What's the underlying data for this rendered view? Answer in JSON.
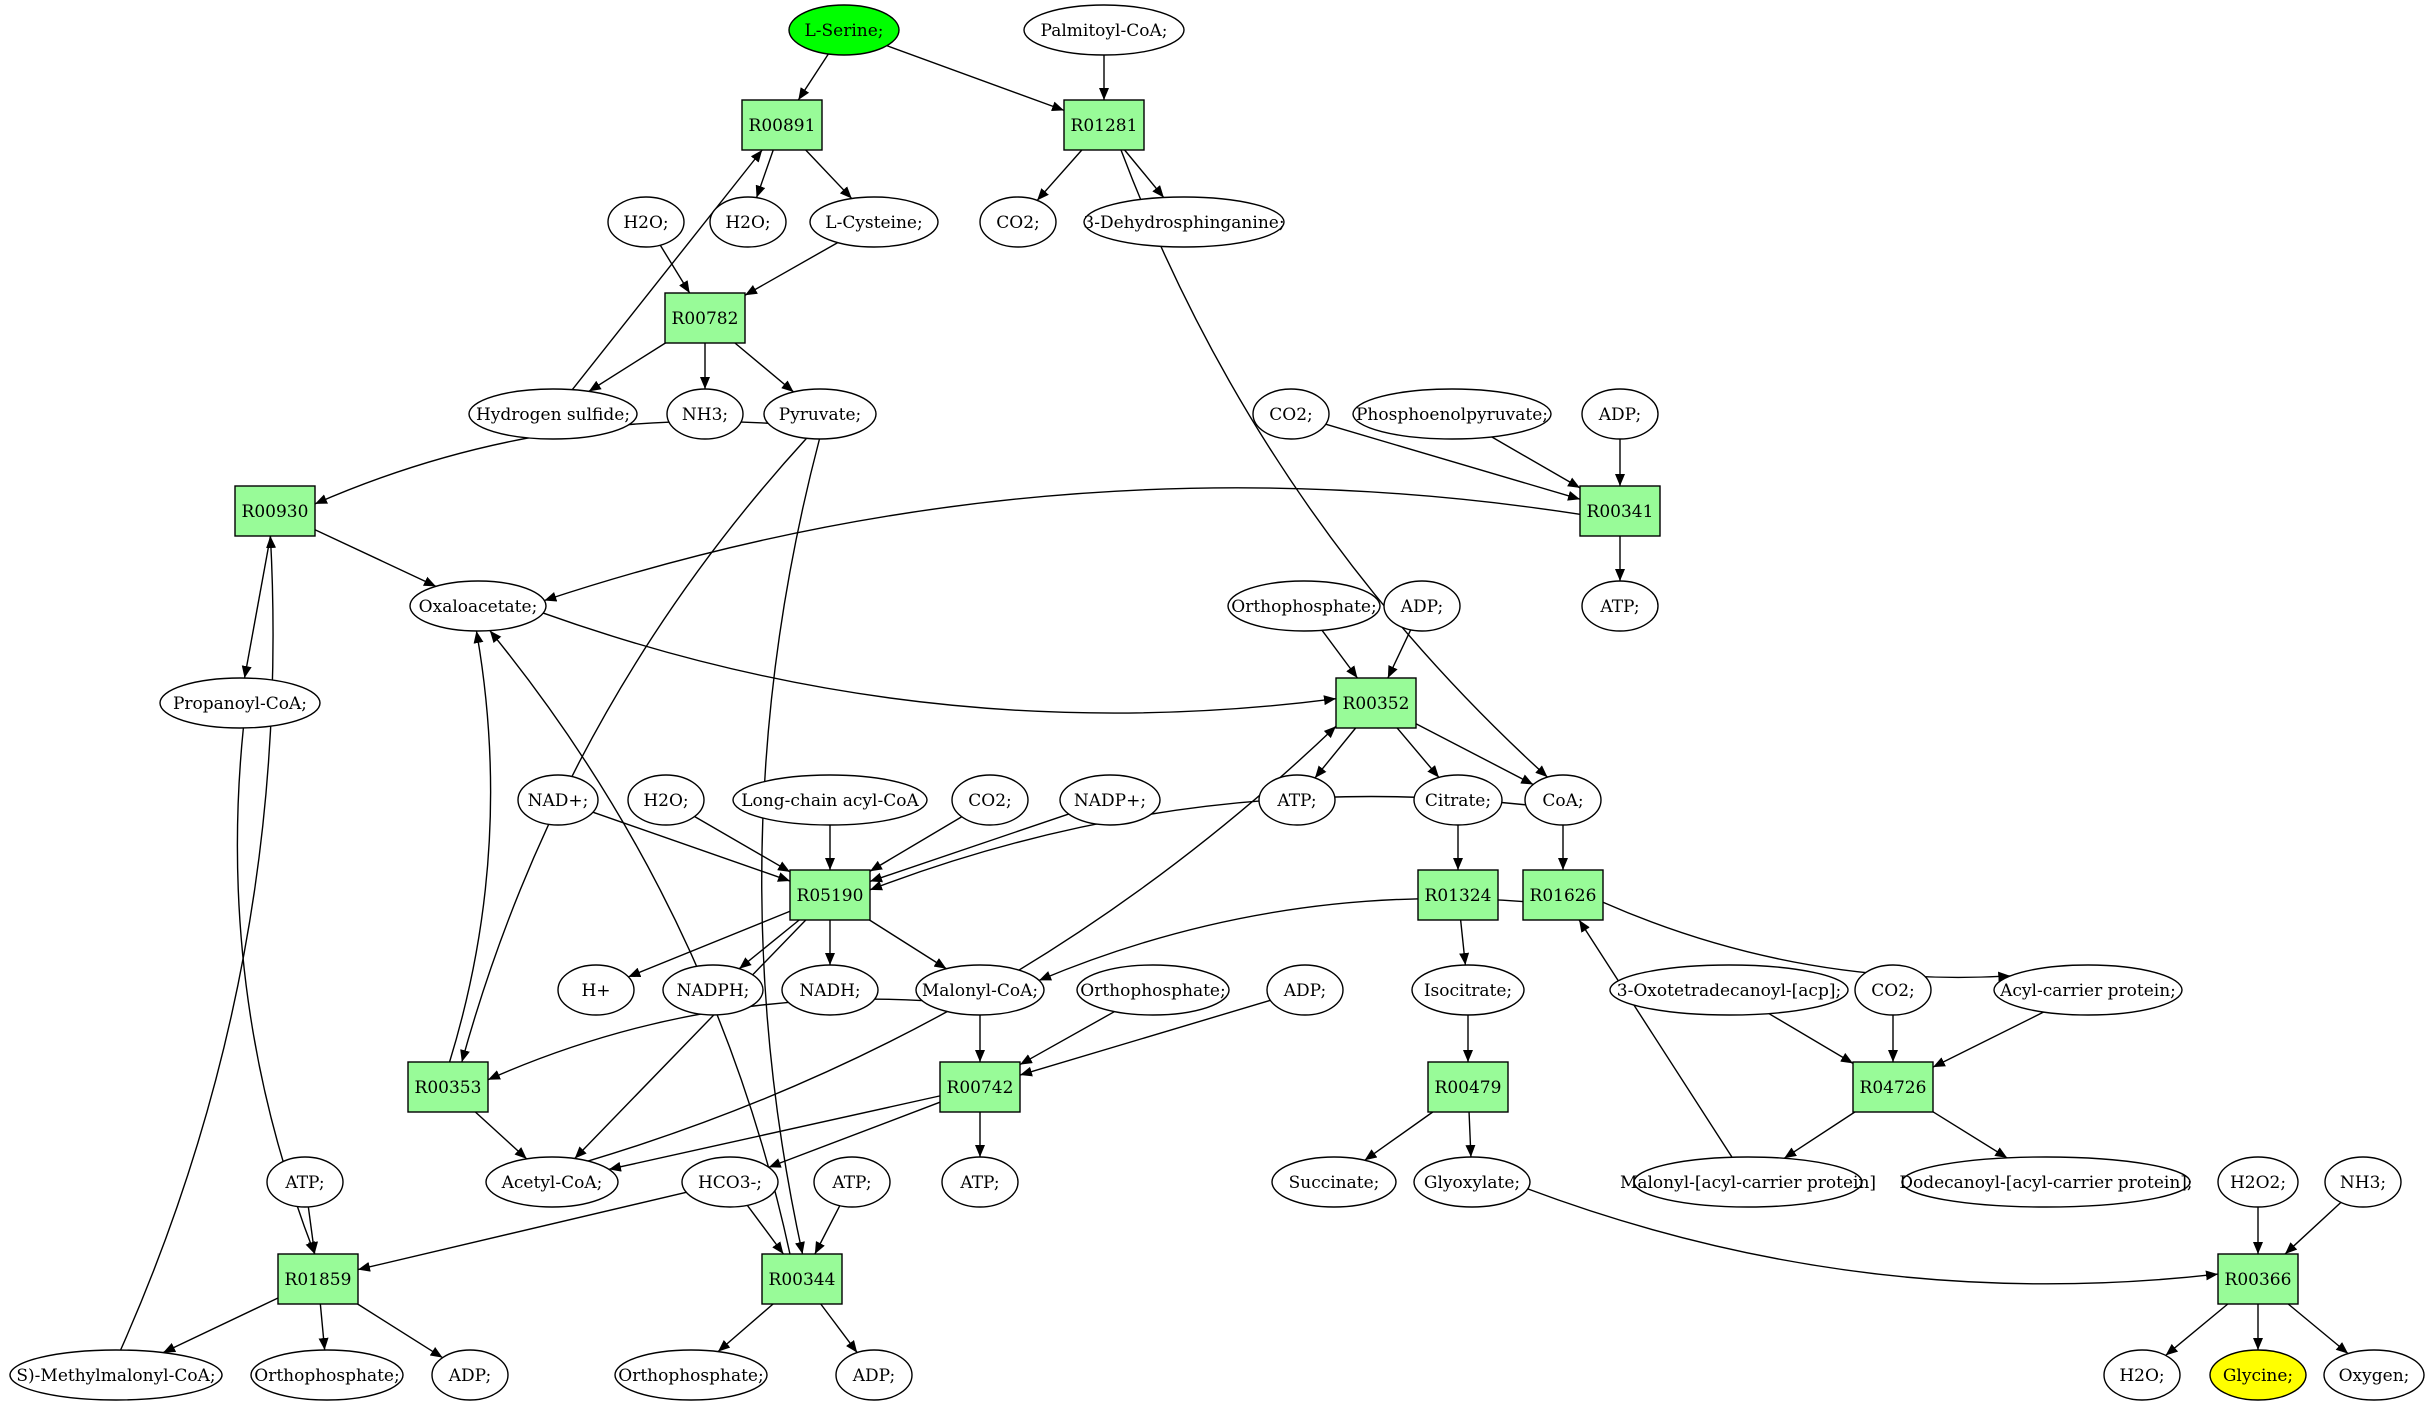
{
  "colors": {
    "reaction_fill": "#98FB98",
    "source_fill": "#00FF00",
    "target_fill": "#FFFF00",
    "compound_fill": "#FFFFFF",
    "stroke": "#000000"
  },
  "nodes": {
    "lserine": {
      "label": "L-Serine;",
      "kind": "source"
    },
    "palmitoylcoa": {
      "label": "Palmitoyl-CoA;",
      "kind": "compound"
    },
    "r00891": {
      "label": "R00891",
      "kind": "reaction"
    },
    "r01281": {
      "label": "R01281",
      "kind": "reaction"
    },
    "h2o_a": {
      "label": "H2O;",
      "kind": "compound"
    },
    "h2o_b": {
      "label": "H2O;",
      "kind": "compound"
    },
    "lcysteine": {
      "label": "L-Cysteine;",
      "kind": "compound"
    },
    "co2_a": {
      "label": "CO2;",
      "kind": "compound"
    },
    "dehydrosphinganine": {
      "label": "3-Dehydrosphinganine;",
      "kind": "compound"
    },
    "r00782": {
      "label": "R00782",
      "kind": "reaction"
    },
    "h2s": {
      "label": "Hydrogen sulfide;",
      "kind": "compound"
    },
    "nh3_a": {
      "label": "NH3;",
      "kind": "compound"
    },
    "pyruvate": {
      "label": "Pyruvate;",
      "kind": "compound"
    },
    "co2_b": {
      "label": "CO2;",
      "kind": "compound"
    },
    "pep": {
      "label": "Phosphoenolpyruvate;",
      "kind": "compound"
    },
    "adp_a": {
      "label": "ADP;",
      "kind": "compound"
    },
    "r00930": {
      "label": "R00930",
      "kind": "reaction"
    },
    "r00341": {
      "label": "R00341",
      "kind": "reaction"
    },
    "oxaloacetate": {
      "label": "Oxaloacetate;",
      "kind": "compound"
    },
    "atp_a": {
      "label": "ATP;",
      "kind": "compound"
    },
    "orthophosphate_a": {
      "label": "Orthophosphate;",
      "kind": "compound"
    },
    "adp_b": {
      "label": "ADP;",
      "kind": "compound"
    },
    "propanoylcoa": {
      "label": "Propanoyl-CoA;",
      "kind": "compound"
    },
    "r00352": {
      "label": "R00352",
      "kind": "reaction"
    },
    "nadplus": {
      "label": "NAD+;",
      "kind": "compound"
    },
    "h2o_c": {
      "label": "H2O;",
      "kind": "compound"
    },
    "lcacylcoa": {
      "label": "Long-chain acyl-CoA",
      "kind": "compound"
    },
    "co2_c": {
      "label": "CO2;",
      "kind": "compound"
    },
    "nadpplus": {
      "label": "NADP+;",
      "kind": "compound"
    },
    "atp_b": {
      "label": "ATP;",
      "kind": "compound"
    },
    "citrate": {
      "label": "Citrate;",
      "kind": "compound"
    },
    "coa": {
      "label": "CoA;",
      "kind": "compound"
    },
    "r05190": {
      "label": "R05190",
      "kind": "reaction"
    },
    "r01324": {
      "label": "R01324",
      "kind": "reaction"
    },
    "r01626": {
      "label": "R01626",
      "kind": "reaction"
    },
    "hplus": {
      "label": "H+",
      "kind": "compound"
    },
    "nadph": {
      "label": "NADPH;",
      "kind": "compound"
    },
    "nadh": {
      "label": "NADH;",
      "kind": "compound"
    },
    "malonylcoa": {
      "label": "Malonyl-CoA;",
      "kind": "compound"
    },
    "orthophosphate_b": {
      "label": "Orthophosphate;",
      "kind": "compound"
    },
    "adp_c": {
      "label": "ADP;",
      "kind": "compound"
    },
    "isocitrate": {
      "label": "Isocitrate;",
      "kind": "compound"
    },
    "oxotetradecanoyl": {
      "label": "3-Oxotetradecanoyl-[acp];",
      "kind": "compound"
    },
    "co2_d": {
      "label": "CO2;",
      "kind": "compound"
    },
    "acp": {
      "label": "Acyl-carrier protein;",
      "kind": "compound"
    },
    "r00353": {
      "label": "R00353",
      "kind": "reaction"
    },
    "r00742": {
      "label": "R00742",
      "kind": "reaction"
    },
    "r00479": {
      "label": "R00479",
      "kind": "reaction"
    },
    "r04726": {
      "label": "R04726",
      "kind": "reaction"
    },
    "acetylcoa": {
      "label": "Acetyl-CoA;",
      "kind": "compound"
    },
    "hco3": {
      "label": "HCO3-;",
      "kind": "compound"
    },
    "atp_c": {
      "label": "ATP;",
      "kind": "compound"
    },
    "atp_d": {
      "label": "ATP;",
      "kind": "compound"
    },
    "succinate": {
      "label": "Succinate;",
      "kind": "compound"
    },
    "glyoxylate": {
      "label": "Glyoxylate;",
      "kind": "compound"
    },
    "malonylacp": {
      "label": "Malonyl-[acyl-carrier protein]",
      "kind": "compound"
    },
    "dodecanoylacp": {
      "label": "Dodecanoyl-[acyl-carrier protein];",
      "kind": "compound"
    },
    "atp_e": {
      "label": "ATP;",
      "kind": "compound"
    },
    "h2o2": {
      "label": "H2O2;",
      "kind": "compound"
    },
    "nh3_b": {
      "label": "NH3;",
      "kind": "compound"
    },
    "r01859": {
      "label": "R01859",
      "kind": "reaction"
    },
    "r00344": {
      "label": "R00344",
      "kind": "reaction"
    },
    "r00366": {
      "label": "R00366",
      "kind": "reaction"
    },
    "smethylmalonylcoa": {
      "label": "S)-Methylmalonyl-CoA;",
      "kind": "compound"
    },
    "orthophosphate_c": {
      "label": "Orthophosphate;",
      "kind": "compound"
    },
    "adp_d": {
      "label": "ADP;",
      "kind": "compound"
    },
    "orthophosphate_d": {
      "label": "Orthophosphate;",
      "kind": "compound"
    },
    "adp_e": {
      "label": "ADP;",
      "kind": "compound"
    },
    "h2o_d": {
      "label": "H2O;",
      "kind": "compound"
    },
    "glycine": {
      "label": "Glycine;",
      "kind": "target"
    },
    "oxygen": {
      "label": "Oxygen;",
      "kind": "compound"
    }
  },
  "edges": [
    [
      "lserine",
      "r00891"
    ],
    [
      "lserine",
      "r01281"
    ],
    [
      "palmitoylcoa",
      "r01281"
    ],
    [
      "r00891",
      "h2o_b"
    ],
    [
      "r00891",
      "lcysteine"
    ],
    [
      "r01281",
      "co2_a"
    ],
    [
      "r01281",
      "dehydrosphinganine"
    ],
    [
      "r01281",
      "coa"
    ],
    [
      "h2o_a",
      "r00782"
    ],
    [
      "lcysteine",
      "r00782"
    ],
    [
      "r00782",
      "h2s"
    ],
    [
      "r00782",
      "nh3_a"
    ],
    [
      "r00782",
      "pyruvate"
    ],
    [
      "h2s",
      "r00891"
    ],
    [
      "pyruvate",
      "r00930"
    ],
    [
      "pyruvate",
      "r00353"
    ],
    [
      "pyruvate",
      "r00344"
    ],
    [
      "co2_b",
      "r00341"
    ],
    [
      "pep",
      "r00341"
    ],
    [
      "adp_a",
      "r00341"
    ],
    [
      "r00341",
      "oxaloacetate"
    ],
    [
      "r00341",
      "atp_a"
    ],
    [
      "r00930",
      "oxaloacetate"
    ],
    [
      "r00930",
      "propanoylcoa"
    ],
    [
      "oxaloacetate",
      "r00352"
    ],
    [
      "orthophosphate_a",
      "r00352"
    ],
    [
      "adp_b",
      "r00352"
    ],
    [
      "r00352",
      "atp_b"
    ],
    [
      "r00352",
      "citrate"
    ],
    [
      "r00352",
      "coa"
    ],
    [
      "citrate",
      "r01324"
    ],
    [
      "coa",
      "r01626"
    ],
    [
      "coa",
      "r05190"
    ],
    [
      "nadplus",
      "r05190"
    ],
    [
      "h2o_c",
      "r05190"
    ],
    [
      "lcacylcoa",
      "r05190"
    ],
    [
      "co2_c",
      "r05190"
    ],
    [
      "nadpplus",
      "r05190"
    ],
    [
      "r05190",
      "hplus"
    ],
    [
      "r05190",
      "nadph"
    ],
    [
      "r05190",
      "nadh"
    ],
    [
      "r05190",
      "malonylcoa"
    ],
    [
      "r05190",
      "acetylcoa"
    ],
    [
      "r01324",
      "isocitrate"
    ],
    [
      "isocitrate",
      "r00479"
    ],
    [
      "r01626",
      "malonylcoa"
    ],
    [
      "r01626",
      "acp"
    ],
    [
      "malonylcoa",
      "r00742"
    ],
    [
      "malonylcoa",
      "r00353"
    ],
    [
      "orthophosphate_b",
      "r00742"
    ],
    [
      "adp_c",
      "r00742"
    ],
    [
      "r00742",
      "acetylcoa"
    ],
    [
      "r00742",
      "hco3"
    ],
    [
      "r00742",
      "atp_d"
    ],
    [
      "acetylcoa",
      "r00352"
    ],
    [
      "r00353",
      "oxaloacetate"
    ],
    [
      "r00353",
      "acetylcoa"
    ],
    [
      "r00479",
      "succinate"
    ],
    [
      "r00479",
      "glyoxylate"
    ],
    [
      "oxotetradecanoyl",
      "r04726"
    ],
    [
      "co2_d",
      "r04726"
    ],
    [
      "acp",
      "r04726"
    ],
    [
      "r04726",
      "malonylacp"
    ],
    [
      "r04726",
      "dodecanoylacp"
    ],
    [
      "malonylacp",
      "r01626"
    ],
    [
      "propanoylcoa",
      "r01859"
    ],
    [
      "atp_e",
      "r01859"
    ],
    [
      "hco3",
      "r01859"
    ],
    [
      "r01859",
      "smethylmalonylcoa"
    ],
    [
      "r01859",
      "orthophosphate_c"
    ],
    [
      "r01859",
      "adp_d"
    ],
    [
      "smethylmalonylcoa",
      "r00930"
    ],
    [
      "hco3",
      "r00344"
    ],
    [
      "atp_c",
      "r00344"
    ],
    [
      "r00344",
      "orthophosphate_d"
    ],
    [
      "r00344",
      "adp_e"
    ],
    [
      "r00344",
      "oxaloacetate"
    ],
    [
      "glyoxylate",
      "r00366"
    ],
    [
      "h2o2",
      "r00366"
    ],
    [
      "nh3_b",
      "r00366"
    ],
    [
      "r00366",
      "h2o_d"
    ],
    [
      "r00366",
      "glycine"
    ],
    [
      "r00366",
      "oxygen"
    ]
  ]
}
